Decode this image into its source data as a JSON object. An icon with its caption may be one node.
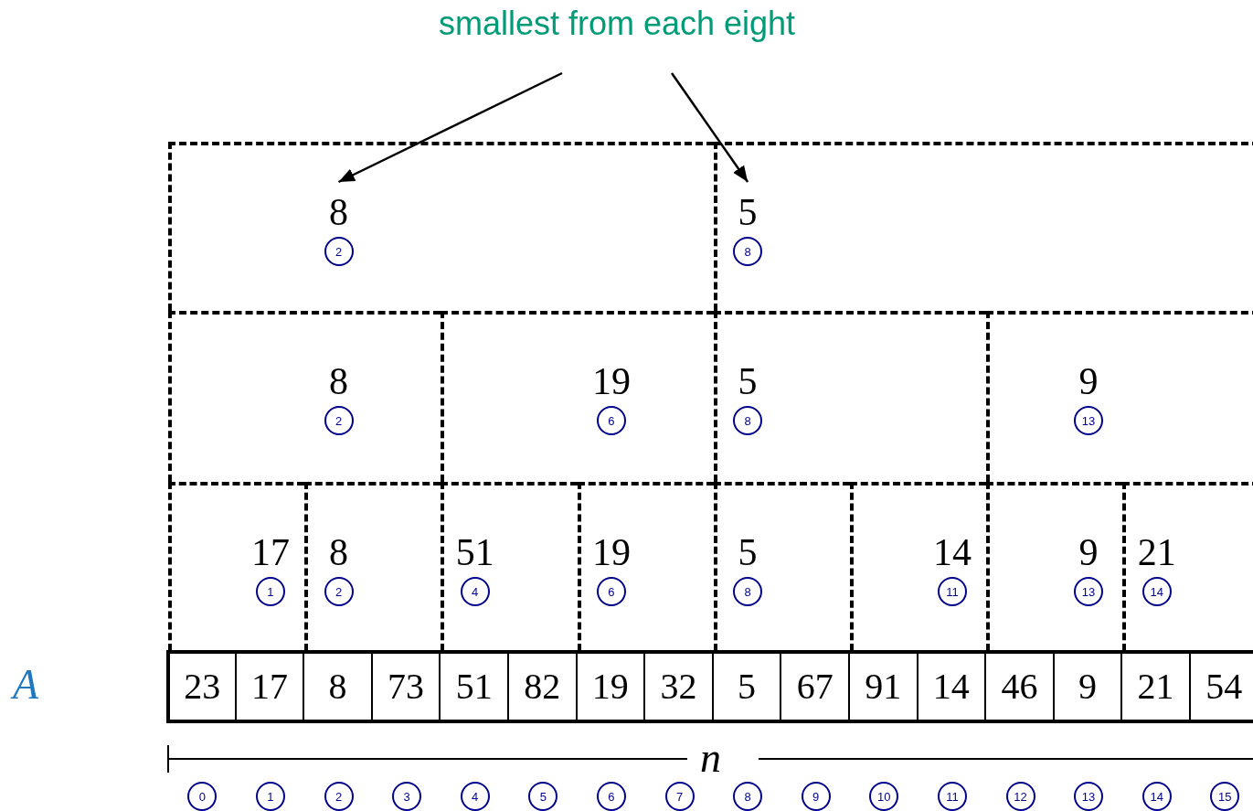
{
  "diagram": {
    "nodes": [
      {
        "text": [
          "smallest from each eight"
        ]
      },
      {
        "text": [],
        "shape": "box"
      },
      {
        "text": [
          "8",
          "2"
        ],
        "in": 1
      },
      {
        "text": [],
        "shape": "box"
      },
      {
        "text": [
          "5",
          "8"
        ],
        "in": 3
      },
      {
        "text": [
          "8",
          "2"
        ]
      },
      {
        "text": [
          "19",
          "6"
        ]
      },
      {
        "text": [
          "5",
          "8"
        ]
      },
      {
        "text": [
          "9",
          "13"
        ]
      },
      {
        "text": [
          "17",
          "1"
        ]
      },
      {
        "text": [
          "8",
          "2"
        ]
      },
      {
        "text": [
          "51",
          "4"
        ]
      },
      {
        "text": [
          "19",
          "6"
        ]
      },
      {
        "text": [
          "5",
          "8"
        ]
      },
      {
        "text": [
          "14",
          "11"
        ]
      },
      {
        "text": [
          "9",
          "13"
        ]
      },
      {
        "text": [
          "21",
          "14"
        ]
      },
      {
        "text": [
          "0"
        ]
      },
      {
        "text": [
          "1"
        ]
      },
      {
        "text": [
          "2"
        ]
      },
      {
        "text": [
          "3"
        ]
      },
      {
        "text": [
          "4"
        ]
      },
      {
        "text": [
          "5"
        ]
      },
      {
        "text": [
          "6"
        ]
      },
      {
        "text": [
          "7"
        ]
      },
      {
        "text": [
          "8"
        ]
      },
      {
        "text": [
          "9"
        ]
      },
      {
        "text": [
          "10"
        ]
      },
      {
        "text": [
          "11"
        ]
      },
      {
        "text": [
          "12"
        ]
      },
      {
        "text": [
          "13"
        ]
      },
      {
        "text": [
          "14"
        ]
      },
      {
        "text": [
          "15"
        ]
      }
    ],
    "edges": [
      {
        "from": 0,
        "to": 2,
        "arrow": "to"
      },
      {
        "from": 0,
        "to": 4,
        "arrow": "to"
      }
    ],
    "labels": [
      "A",
      "23",
      "17",
      "8",
      "73",
      "51",
      "82",
      "19",
      "32",
      "5",
      "67",
      "91",
      "14",
      "46",
      "9",
      "21",
      "54",
      "n"
    ]
  }
}
